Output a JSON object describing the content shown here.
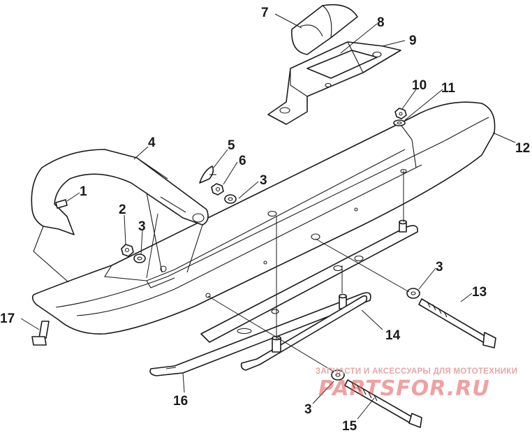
{
  "callouts": [
    {
      "id": "7",
      "label": "7"
    },
    {
      "id": "8",
      "label": "8"
    },
    {
      "id": "9",
      "label": "9"
    },
    {
      "id": "10",
      "label": "10"
    },
    {
      "id": "11",
      "label": "11"
    },
    {
      "id": "12",
      "label": "12"
    },
    {
      "id": "4",
      "label": "4"
    },
    {
      "id": "5",
      "label": "5"
    },
    {
      "id": "6",
      "label": "6"
    },
    {
      "id": "3a",
      "label": "3"
    },
    {
      "id": "1",
      "label": "1"
    },
    {
      "id": "2",
      "label": "2"
    },
    {
      "id": "3b",
      "label": "3"
    },
    {
      "id": "3c",
      "label": "3"
    },
    {
      "id": "13",
      "label": "13"
    },
    {
      "id": "14",
      "label": "14"
    },
    {
      "id": "17",
      "label": "17"
    },
    {
      "id": "16",
      "label": "16"
    },
    {
      "id": "3d",
      "label": "3"
    },
    {
      "id": "15",
      "label": "15"
    }
  ],
  "watermark": {
    "tagline": "ЗАПЧАСТИ И АКСЕССУАРЫ ДЛЯ МОТОТЕХНИКИ",
    "logo": "PARTSFOR.RU",
    "color": "#e25555"
  }
}
